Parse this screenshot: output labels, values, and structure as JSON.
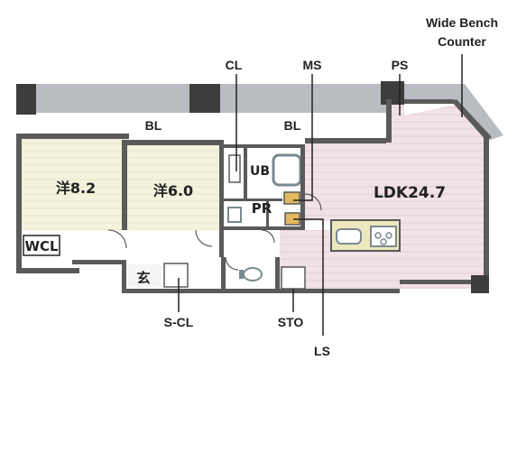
{
  "floorplan": {
    "rooms": {
      "western_1": "洋8.2",
      "western_2": "洋6.0",
      "ldk": "LDK24.7",
      "walk_in_closet": "WCL",
      "unit_bath": "UB",
      "powder_room": "PR",
      "entrance": "玄"
    },
    "callouts": {
      "cl": "CL",
      "ms": "MS",
      "ps": "PS",
      "wide_bench_line1": "Wide Bench",
      "wide_bench_line2": "Counter",
      "bl_left": "BL",
      "bl_right": "BL",
      "s_cl": "S-CL",
      "sto": "STO",
      "ls": "LS"
    },
    "colors": {
      "wall": "#5a5a5a",
      "wall_dark": "#3d3d3d",
      "balcony": "#b9bcc0",
      "bedroom_floor": "#f3f3de",
      "ldk_floor": "#f1e2e6",
      "wet_area": "#ffffff",
      "fixture": "#7a8a8f",
      "cabinet": "#e2b95e",
      "kitchen": "#ece7bf"
    }
  }
}
